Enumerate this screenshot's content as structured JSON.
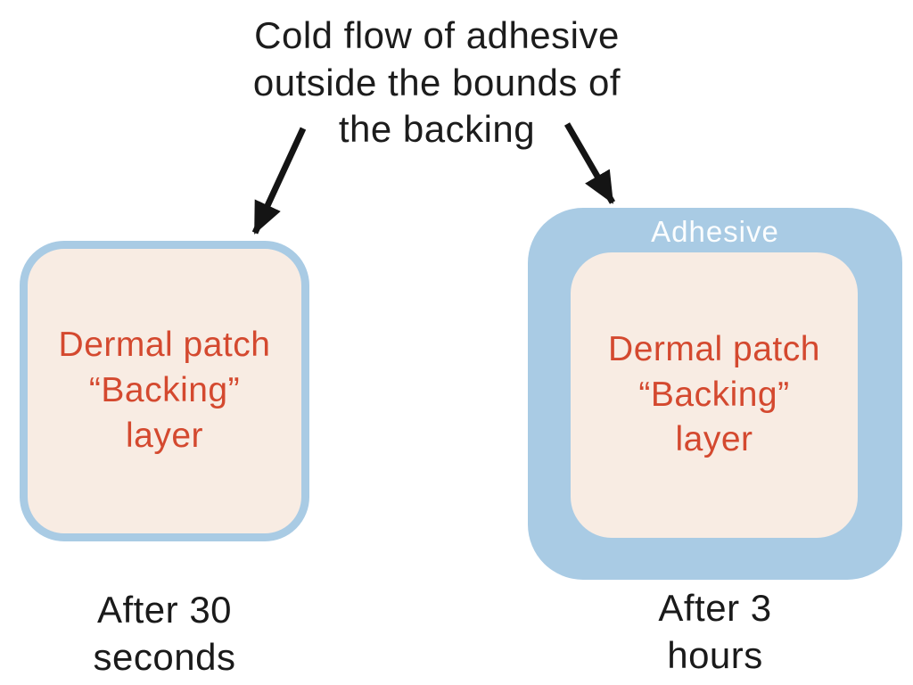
{
  "title": {
    "text": "Cold flow of adhesive\noutside the bounds of\nthe backing"
  },
  "left_patch": {
    "label": "Dermal patch\n“Backing”\nlayer",
    "caption": "After 30\nseconds"
  },
  "right_patch": {
    "adhesive_label": "Adhesive",
    "label": "Dermal patch\n“Backing”\nlayer",
    "caption": "After 3\nhours"
  },
  "colors": {
    "adhesive_blue": "#a9cbe4",
    "backing_cream": "#f8ece3",
    "label_red": "#d4492f",
    "ink_black": "#1a1a1a",
    "bg_white": "#ffffff"
  }
}
